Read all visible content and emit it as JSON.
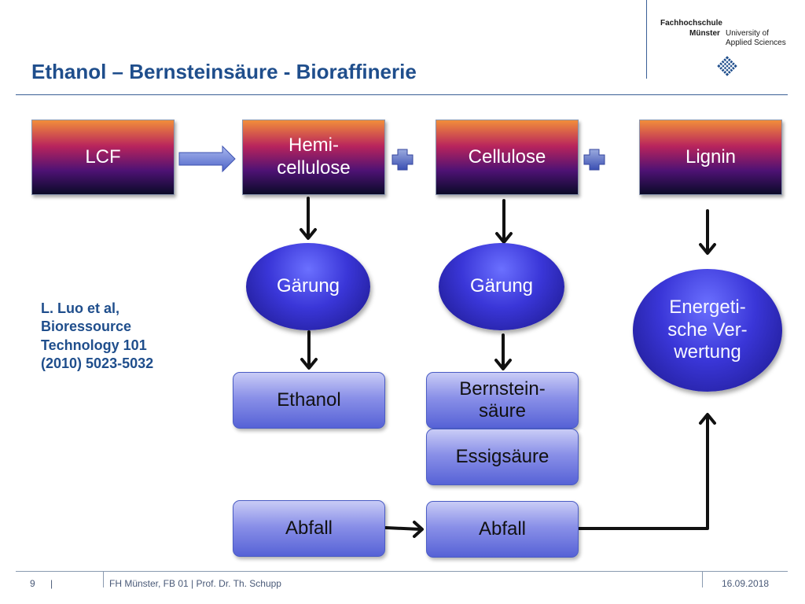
{
  "header": {
    "title": "Ethanol – Bernsteinsäure - Bioraffinerie",
    "logo": {
      "line1": "Fachhochschule",
      "line2a": "Münster",
      "line2b": "University of",
      "line3": "Applied Sciences",
      "icon": "grid-diamond-icon"
    }
  },
  "diagram": {
    "top_boxes": {
      "lcf": "LCF",
      "hemi": "Hemi-\ncellulose",
      "cellulose": "Cellulose",
      "lignin": "Lignin"
    },
    "process": {
      "garung_left": "Gärung",
      "garung_right": "Gärung",
      "energy": "Energeti-\nsche Ver-\nwertung"
    },
    "results": {
      "ethanol": "Ethanol",
      "bernstein": "Bernstein-\nsäure",
      "essig": "Essigsäure",
      "abfall_left": "Abfall",
      "abfall_right": "Abfall"
    },
    "reference": "L. Luo et al, Bioressource Technology 101 (2010) 5023-5032",
    "colors": {
      "box_top": "#f28e3a",
      "box_bottom": "#0a0a28",
      "ellipse": "#3a36d8",
      "result_box": "#8a90e8",
      "arrow": "#111111",
      "title": "#1f4e8c"
    }
  },
  "footer": {
    "page": "9",
    "sep": "|",
    "author": "FH Münster, FB 01  | Prof. Dr. Th. Schupp",
    "date": "16.09.2018"
  }
}
